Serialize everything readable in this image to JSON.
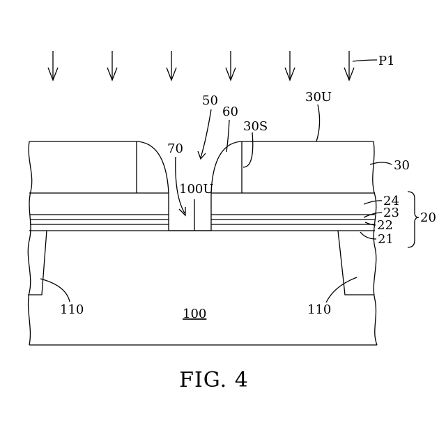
{
  "figure": {
    "caption": "FIG. 4",
    "labels": {
      "p1": "P1",
      "l50": "50",
      "l60": "60",
      "l30u": "30U",
      "l30s": "30S",
      "l70": "70",
      "l100u": "100U",
      "l30": "30",
      "l24": "24",
      "l23": "23",
      "l22": "22",
      "l21": "21",
      "l20": "20",
      "l110_left": "110",
      "l110_right": "110",
      "l100": "100"
    }
  }
}
